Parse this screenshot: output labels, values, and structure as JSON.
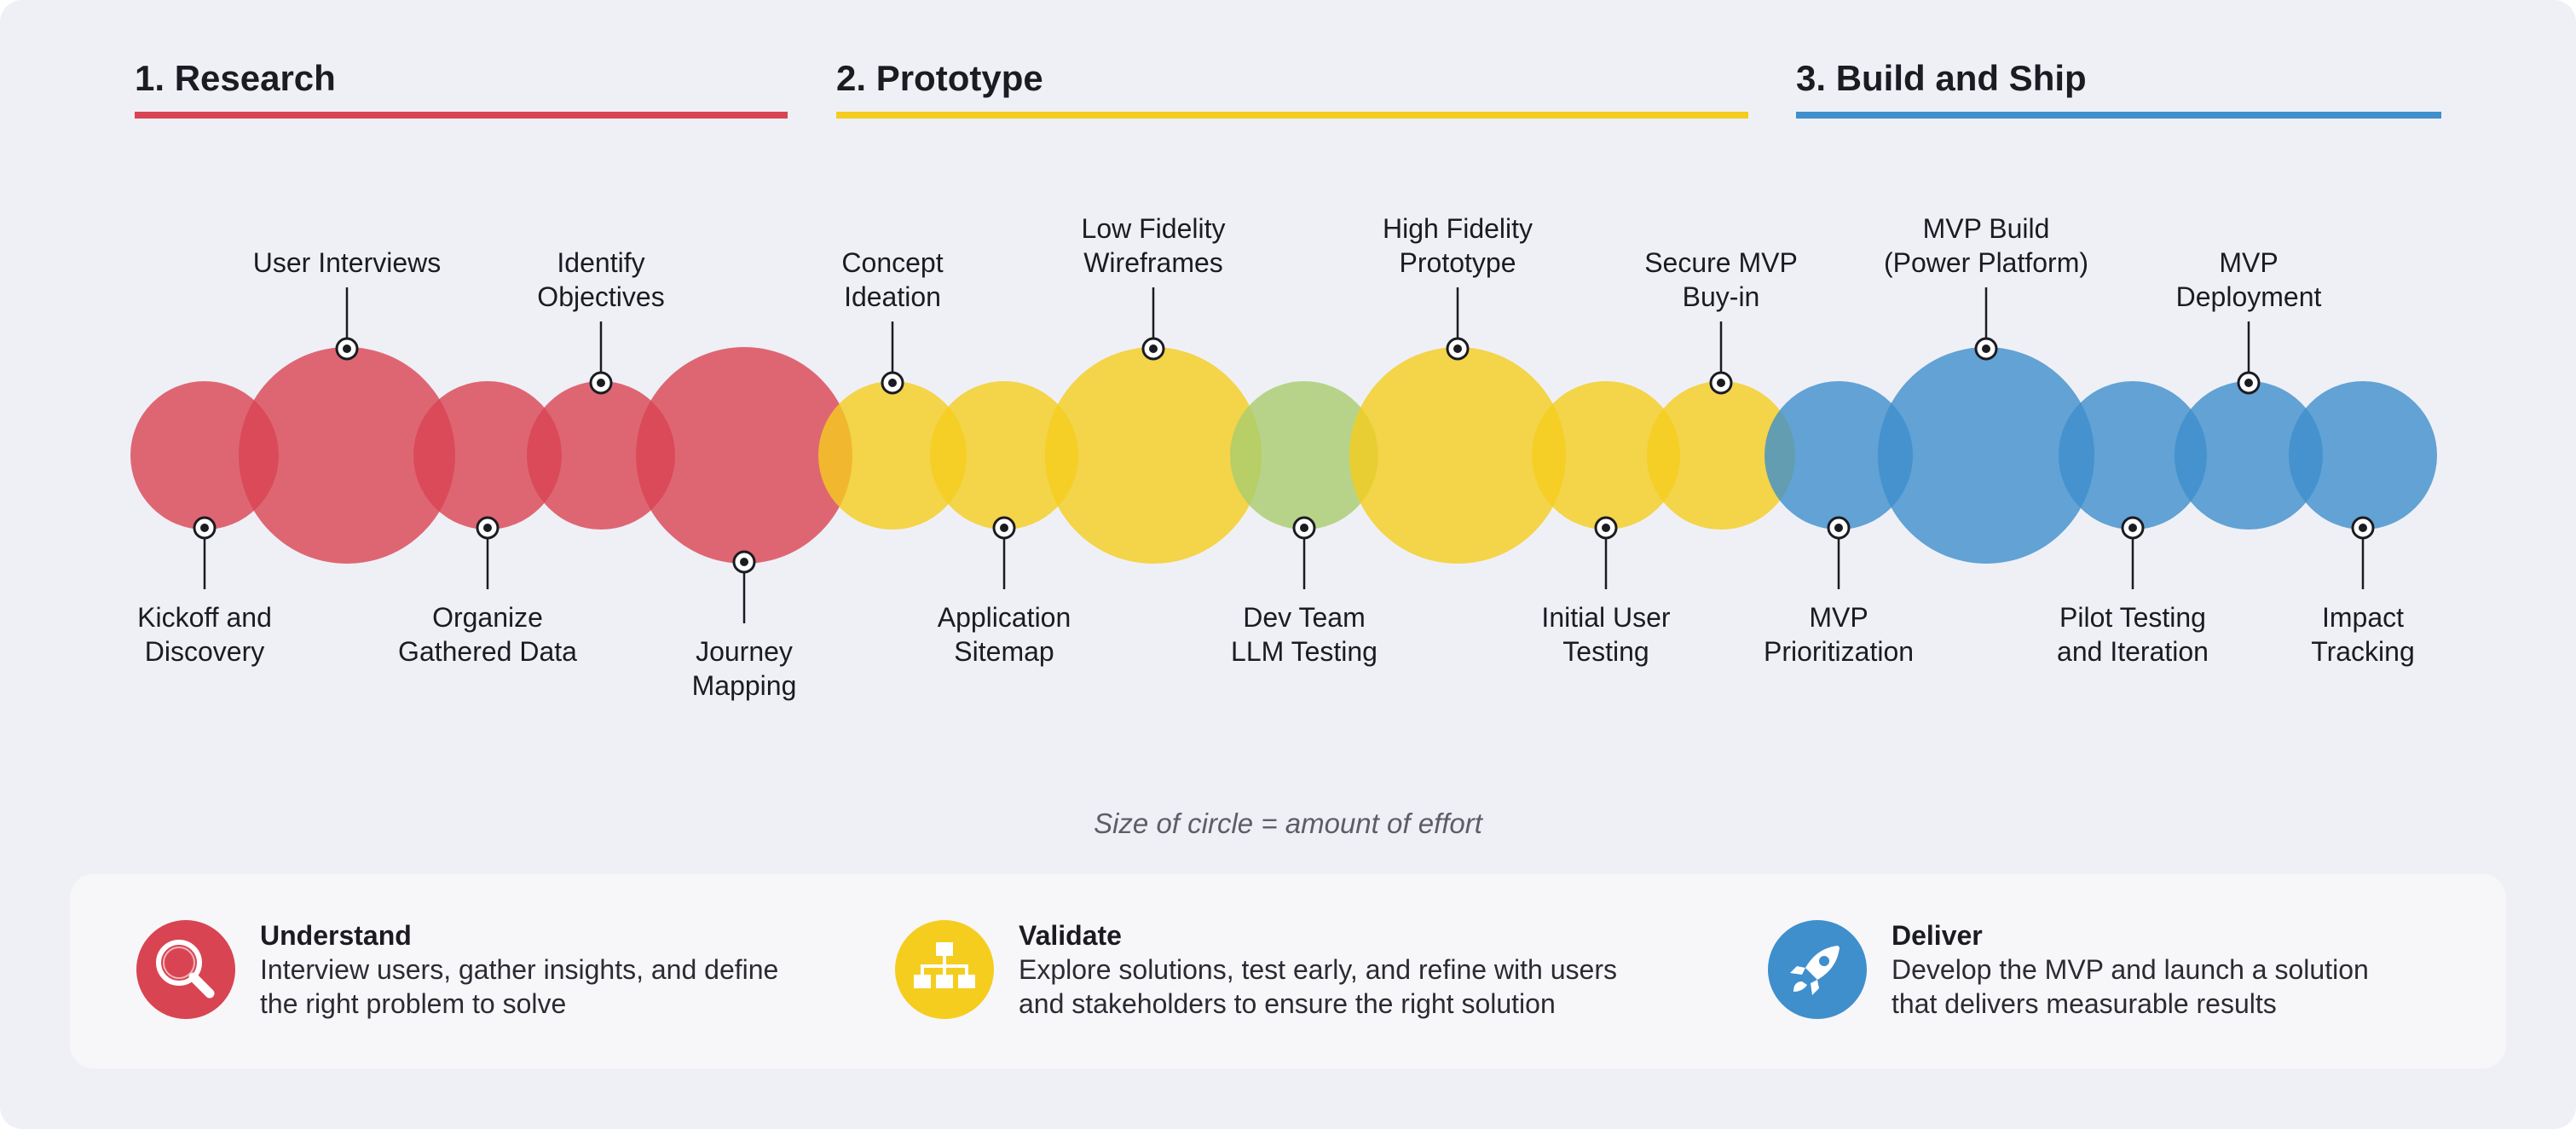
{
  "colors": {
    "research": "#d94452",
    "prototype": "#f5cd1e",
    "dev_testing": "#a9cc6e",
    "build": "#3f8fcc",
    "text": "#1b1b22"
  },
  "phases": [
    {
      "title": "1. Research",
      "color": "#d94452"
    },
    {
      "title": "2. Prototype",
      "color": "#f5cd1e"
    },
    {
      "title": "3. Build and Ship",
      "color": "#3f8fcc"
    }
  ],
  "steps": [
    {
      "label": [
        "Kickoff and",
        "Discovery"
      ],
      "phase": "research",
      "size": "small",
      "position": "below"
    },
    {
      "label": [
        "User Interviews"
      ],
      "phase": "research",
      "size": "large",
      "position": "above"
    },
    {
      "label": [
        "Organize",
        "Gathered Data"
      ],
      "phase": "research",
      "size": "small",
      "position": "below"
    },
    {
      "label": [
        "Identify",
        "Objectives"
      ],
      "phase": "research",
      "size": "small",
      "position": "above"
    },
    {
      "label": [
        "Journey",
        "Mapping"
      ],
      "phase": "research",
      "size": "large",
      "position": "below"
    },
    {
      "label": [
        "Concept",
        "Ideation"
      ],
      "phase": "prototype",
      "size": "small",
      "position": "above"
    },
    {
      "label": [
        "Application",
        "Sitemap"
      ],
      "phase": "prototype",
      "size": "small",
      "position": "below"
    },
    {
      "label": [
        "Low Fidelity",
        "Wireframes"
      ],
      "phase": "prototype",
      "size": "large",
      "position": "above"
    },
    {
      "label": [
        "Dev Team",
        "LLM Testing"
      ],
      "phase": "dev_testing",
      "size": "small",
      "position": "below"
    },
    {
      "label": [
        "High Fidelity",
        "Prototype"
      ],
      "phase": "prototype",
      "size": "large",
      "position": "above"
    },
    {
      "label": [
        "Initial User",
        "Testing"
      ],
      "phase": "prototype",
      "size": "small",
      "position": "below"
    },
    {
      "label": [
        "Secure MVP",
        "Buy-in"
      ],
      "phase": "prototype",
      "size": "small",
      "position": "above"
    },
    {
      "label": [
        "MVP",
        "Prioritization"
      ],
      "phase": "build",
      "size": "small",
      "position": "below"
    },
    {
      "label": [
        "MVP Build",
        "(Power Platform)"
      ],
      "phase": "build",
      "size": "large",
      "position": "above"
    },
    {
      "label": [
        "Pilot Testing",
        "and Iteration"
      ],
      "phase": "build",
      "size": "small",
      "position": "below"
    },
    {
      "label": [
        "MVP",
        "Deployment"
      ],
      "phase": "build",
      "size": "small",
      "position": "above"
    },
    {
      "label": [
        "Impact",
        "Tracking"
      ],
      "phase": "build",
      "size": "small",
      "position": "below"
    }
  ],
  "caption": "Size of circle = amount of effort",
  "summary": [
    {
      "title": "Understand",
      "lines": [
        "Interview users, gather insights, and define",
        "the right problem to solve"
      ],
      "icon": "magnifier-icon",
      "color": "#d94452"
    },
    {
      "title": "Validate",
      "lines": [
        "Explore solutions, test early, and refine with users",
        "and stakeholders to ensure the right solution"
      ],
      "icon": "sitemap-icon",
      "color": "#f5cd1e"
    },
    {
      "title": "Deliver",
      "lines": [
        "Develop the MVP and launch a solution",
        "that delivers measurable results"
      ],
      "icon": "rocket-icon",
      "color": "#3f8fcc"
    }
  ]
}
